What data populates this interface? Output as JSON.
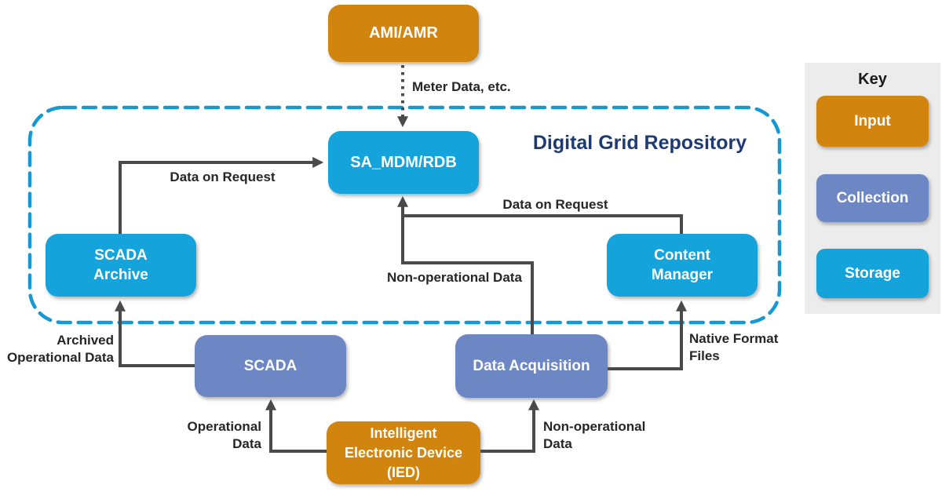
{
  "diagram": {
    "title": "Digital Grid Repository",
    "nodes": {
      "ami": {
        "label": "AMI/AMR",
        "type": "input"
      },
      "sa_mdm": {
        "label": "SA_MDM/RDB",
        "type": "storage"
      },
      "scada_archive": {
        "label": "SCADA\nArchive",
        "type": "storage"
      },
      "content_manager": {
        "label": "Content\nManager",
        "type": "storage"
      },
      "scada": {
        "label": "SCADA",
        "type": "collection"
      },
      "data_acquisition": {
        "label": "Data Acquisition",
        "type": "collection"
      },
      "ied": {
        "label": "Intelligent\nElectronic Device\n(IED)",
        "type": "input"
      }
    },
    "edge_labels": {
      "meter_data": "Meter Data, etc.",
      "data_on_request_left": "Data on Request",
      "data_on_request_right": "Data on Request",
      "non_operational_center": "Non-operational Data",
      "archived_operational": "Archived\nOperational Data",
      "operational": "Operational\nData",
      "non_operational_bottom": "Non-operational\nData",
      "native_format": "Native Format\nFiles"
    }
  },
  "key": {
    "title": "Key",
    "items": [
      {
        "label": "Input",
        "color": "#D1840E"
      },
      {
        "label": "Collection",
        "color": "#6C87C3"
      },
      {
        "label": "Storage",
        "color": "#14A3DA"
      }
    ]
  },
  "colors": {
    "input": "#D1840E",
    "collection": "#6C87C3",
    "storage": "#14A3DA",
    "repository_border": "#1599D5",
    "repository_title": "#1E3A70",
    "connector": "#4A4A4A",
    "key_background": "#ECECEC",
    "label_text": "#262626"
  }
}
